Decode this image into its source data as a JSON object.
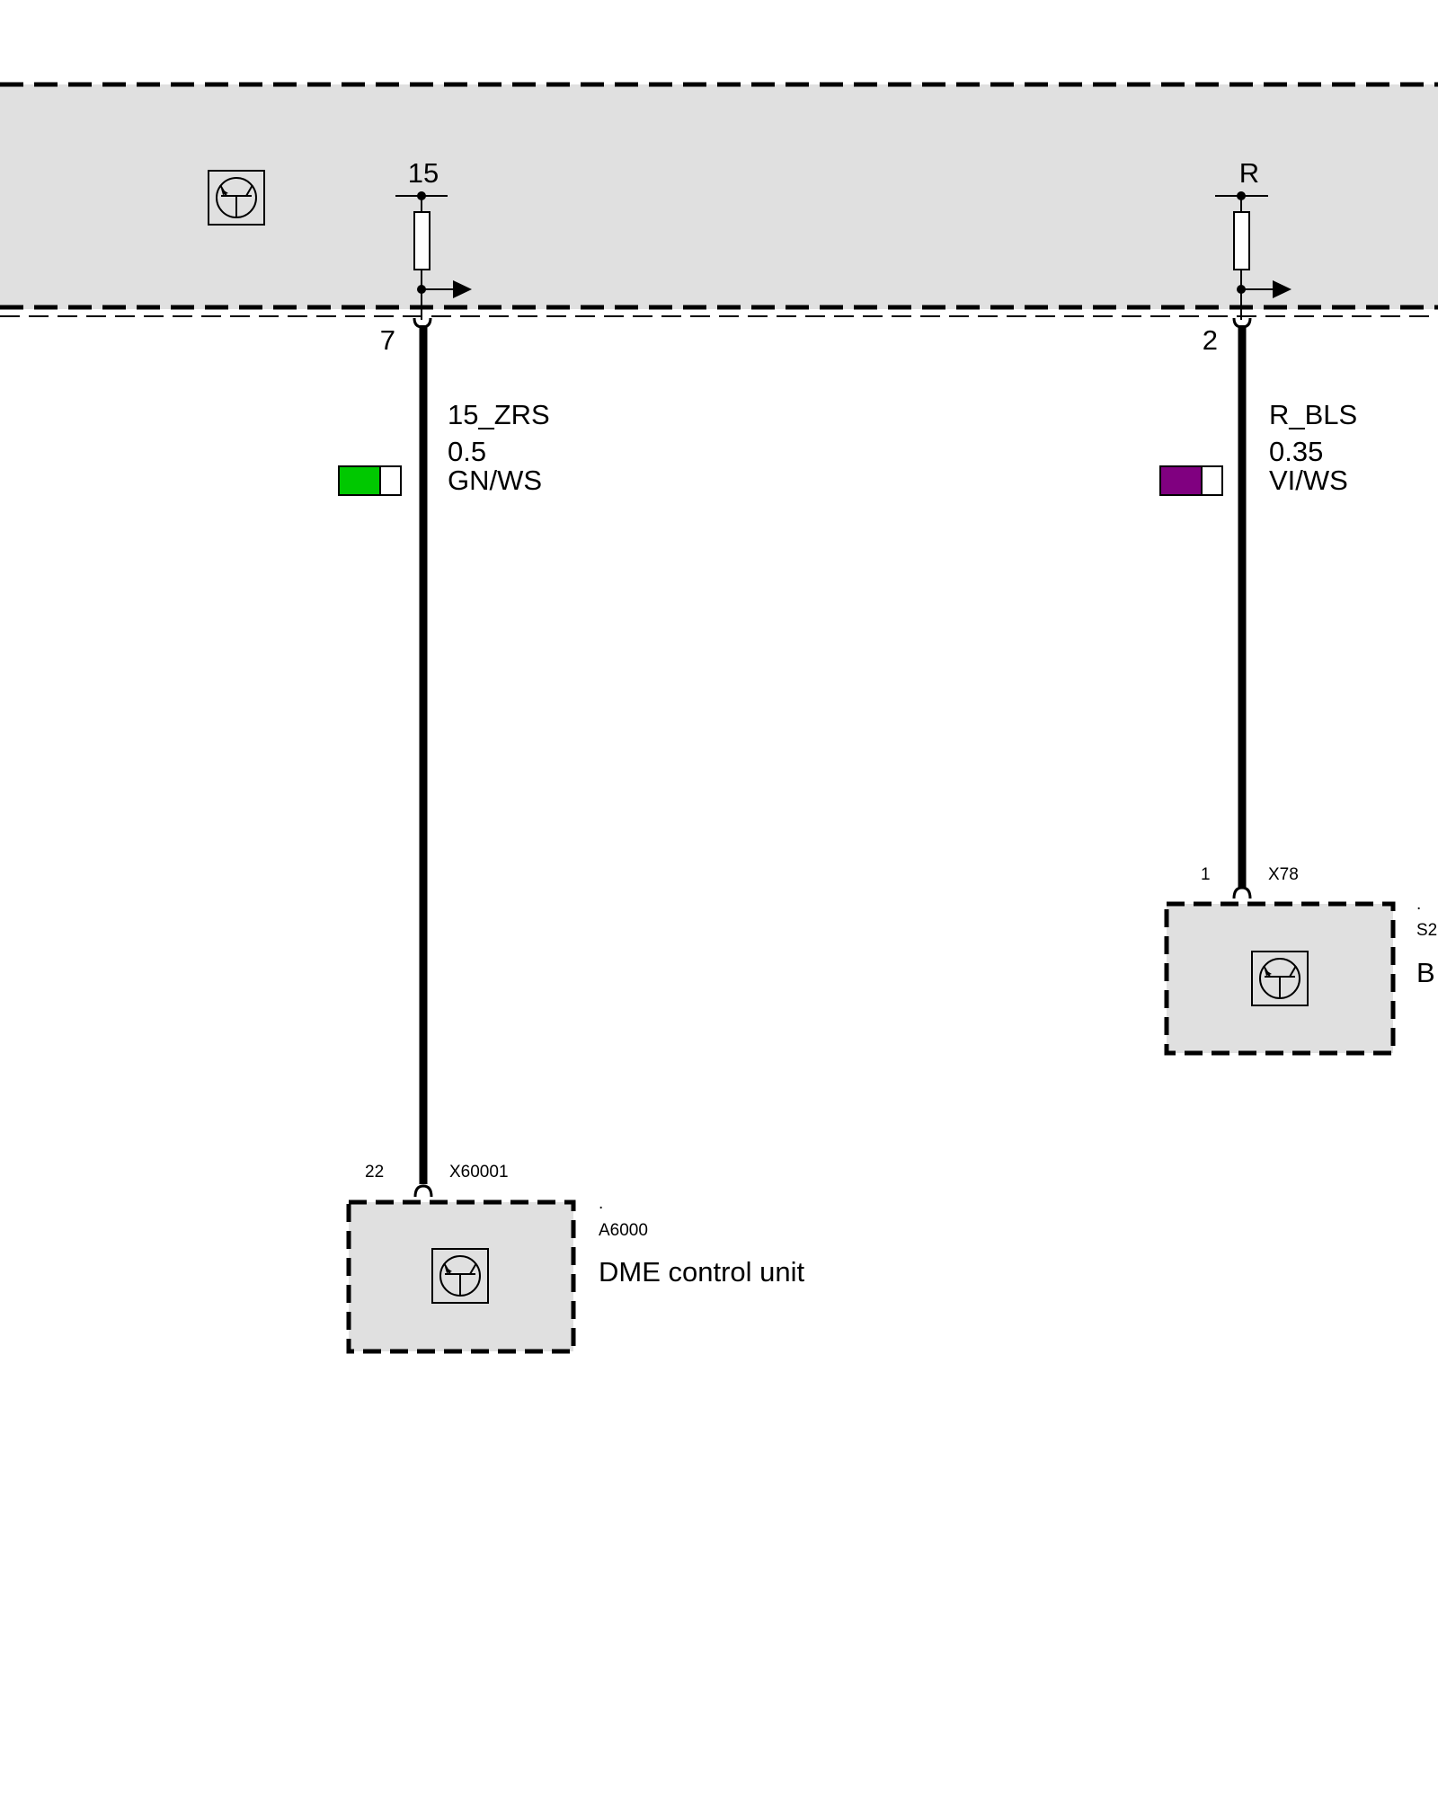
{
  "colors": {
    "module_fill": "#e0e0e0",
    "wire": "#000000",
    "green": "#00c800",
    "violet": "#800080",
    "white": "#ffffff"
  },
  "top_module": {
    "icon": "transistor-icon",
    "pins": [
      {
        "terminal": "15",
        "pin": "7"
      },
      {
        "terminal": "R",
        "pin": "2"
      }
    ]
  },
  "wires": [
    {
      "signal": "15_ZRS",
      "gauge": "0.5",
      "color_code": "GN/WS",
      "primary_color": "#00c800",
      "stripe_color": "#ffffff"
    },
    {
      "signal": "R_BLS",
      "gauge": "0.35",
      "color_code": "VI/WS",
      "primary_color": "#800080",
      "stripe_color": "#ffffff"
    }
  ],
  "components": [
    {
      "id": "A6000",
      "name": "DME control unit",
      "connector": "X60001",
      "pin": "22",
      "dot": ".",
      "icon": "transistor-icon"
    },
    {
      "id": "S2",
      "name": "B",
      "connector": "X78",
      "pin": "1",
      "dot": ".",
      "icon": "transistor-icon"
    }
  ]
}
